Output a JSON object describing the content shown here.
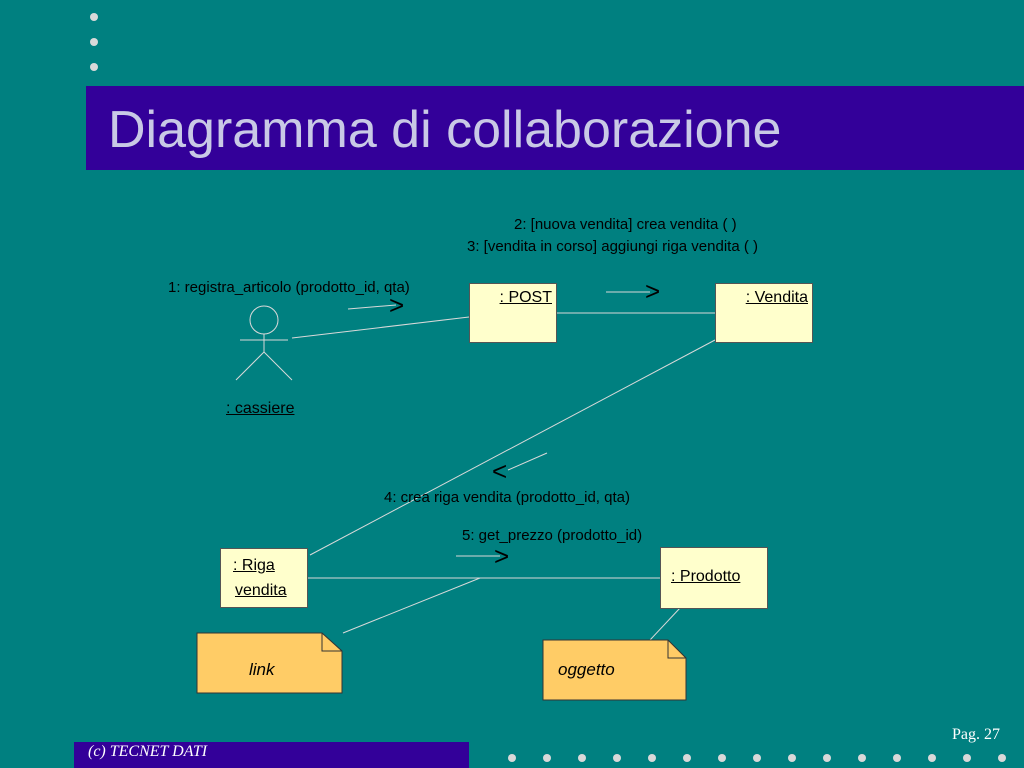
{
  "title": "Diagramma di collaborazione",
  "objects": {
    "post": ": POST",
    "vendita": ": Vendita",
    "riga_line1": ": Riga",
    "riga_line2": "vendita",
    "prodotto": ": Prodotto"
  },
  "actor": {
    "label": ": cassiere"
  },
  "messages": {
    "m1": "1: registra_articolo (prodotto_id, qta)",
    "m2": "2: [nuova vendita] crea vendita ( )",
    "m3": "3: [vendita in corso] aggiungi riga vendita ( )",
    "m4": "4: crea riga vendita (prodotto_id, qta)",
    "m5": "5: get_prezzo (prodotto_id)"
  },
  "notes": {
    "link": "link",
    "oggetto": "oggetto"
  },
  "footer": {
    "copyright": "(c)  TECNET DATI",
    "page": "Pag. 27"
  },
  "colors": {
    "background": "#008080",
    "band": "#330099",
    "object_fill": "#ffffcc",
    "note_fill": "#ffcc66"
  }
}
